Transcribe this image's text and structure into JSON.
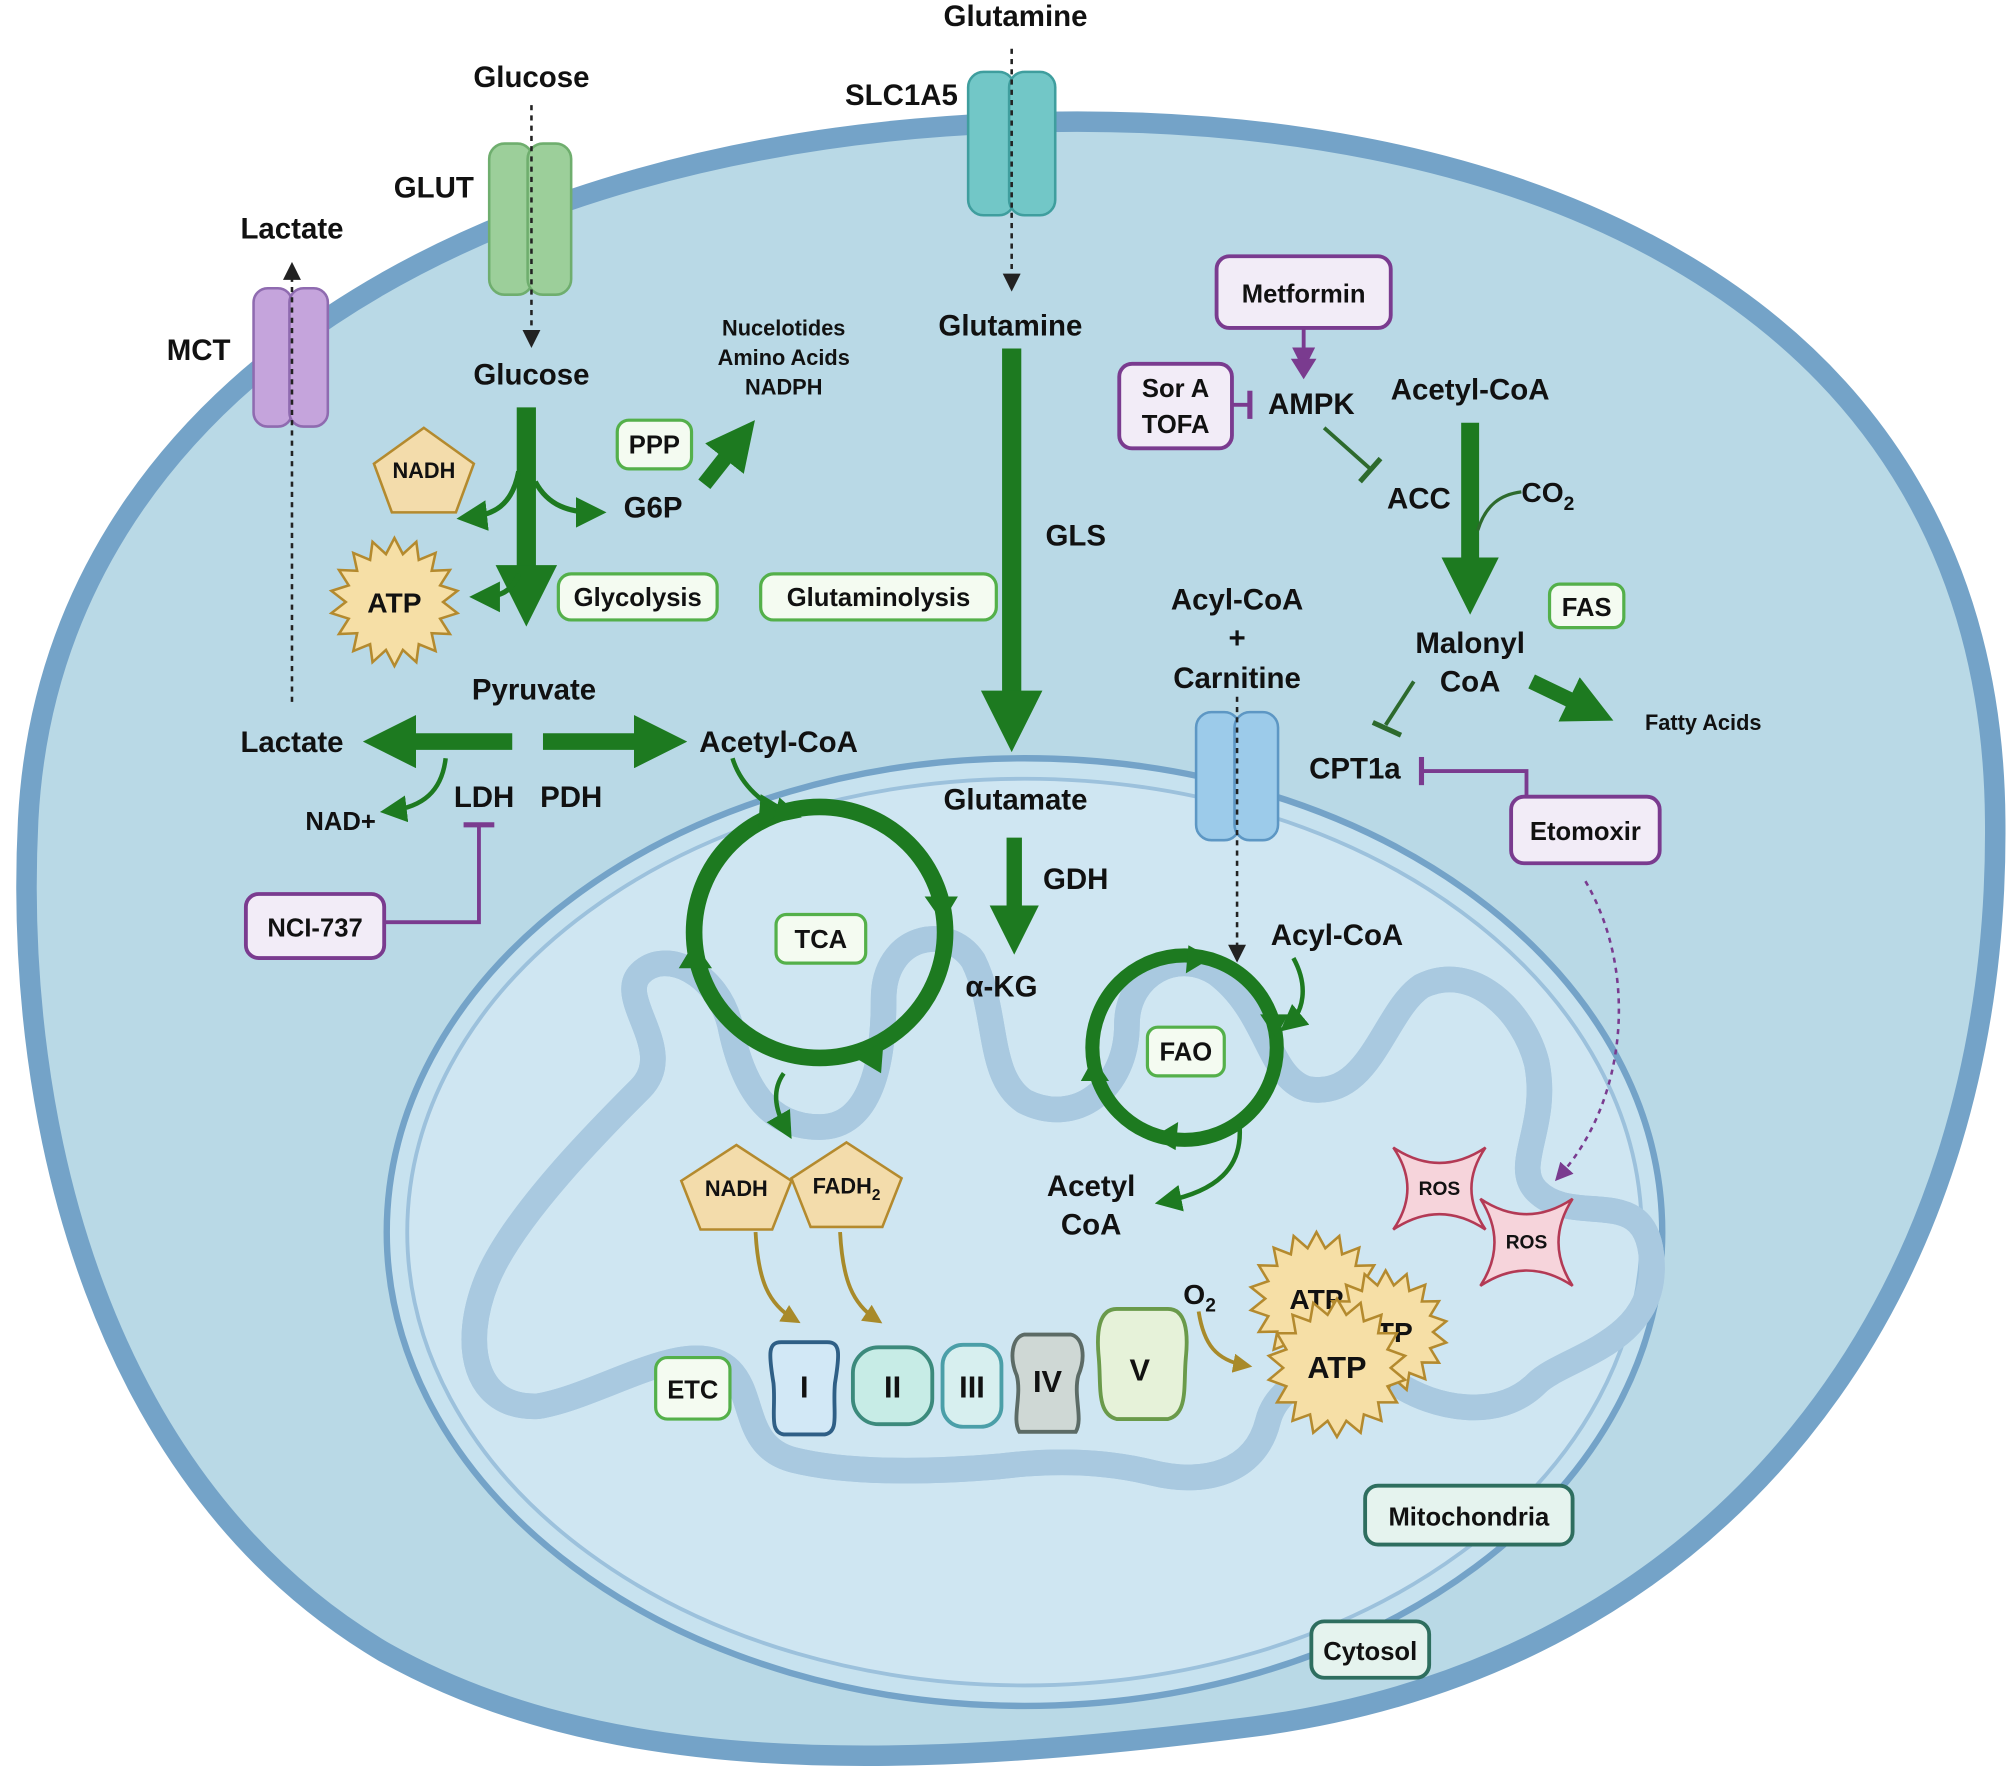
{
  "colors": {
    "cell_fill": "#b9d9e6",
    "cell_border": "#74a3c8",
    "mito_outer": "#c7e2ef",
    "mito_inner_membrane": "#a9c9e0",
    "matrix": "#dceef7",
    "pathway_green": "#1d7a20",
    "inhibitor_purple": "#7a3b8f",
    "inhibitor_box_fill": "#f2ecf7",
    "green_box_border": "#54b04a",
    "green_box_fill": "#f4fbf1",
    "teal_box_border": "#2e6e5f",
    "teal_box_fill": "#e5f3ee",
    "glut": "#9ccf9a",
    "slc1a5": "#72c7c7",
    "mct": "#c5a4dc",
    "cpt_channel": "#9ccbea",
    "atp_fill": "#f6dfa6",
    "atp_stroke": "#b48a2e",
    "nadh_fill": "#f3dcab",
    "ros_fill": "#f6d4db",
    "ros_stroke": "#b33a55",
    "etc_arrow": "#a88a2a"
  },
  "labels": {
    "glucose_out": "Glucose",
    "glut": "GLUT",
    "glucose_in": "Glucose",
    "lactate_out": "Lactate",
    "mct": "MCT",
    "nadh_cyto": "NADH",
    "atp_cyto": "ATP",
    "ppp": "PPP",
    "g6p": "G6P",
    "nucleotides_1": "Nucelotides",
    "nucleotides_2": "Amino Acids",
    "nucleotides_3": "NADPH",
    "glycolysis": "Glycolysis",
    "pyruvate": "Pyruvate",
    "lactate_in": "Lactate",
    "acetyl_coa_cyto": "Acetyl-CoA",
    "nad_plus": "NAD+",
    "ldh": "LDH",
    "pdh": "PDH",
    "nci737": "NCI-737",
    "glutamine_out": "Glutamine",
    "slc1a5": "SLC1A5",
    "glutamine_in": "Glutamine",
    "gls": "GLS",
    "glutaminolysis": "Glutaminolysis",
    "glutamate": "Glutamate",
    "gdh": "GDH",
    "akg": "α-KG",
    "tca": "TCA",
    "nadh_mito": "NADH",
    "fadh2": "FADH",
    "fadh2_sub": "2",
    "etc": "ETC",
    "complex_1": "I",
    "complex_2": "II",
    "complex_3": "III",
    "complex_4": "IV",
    "complex_5": "V",
    "o2": "O",
    "o2_sub": "2",
    "atp_1": "ATP",
    "atp_2": "ATP",
    "atp_3": "ATP",
    "metformin": "Metformin",
    "sora_1": "Sor A",
    "sora_2": "TOFA",
    "ampk": "AMPK",
    "acetyl_coa_fa": "Acetyl-CoA",
    "acc": "ACC",
    "co2": "CO",
    "co2_sub": "2",
    "acyl_coa_carn_1": "Acyl-CoA",
    "acyl_coa_carn_2": "+",
    "acyl_coa_carn_3": "Carnitine",
    "fas": "FAS",
    "malonyl_1": "Malonyl",
    "malonyl_2": "CoA",
    "fatty_acids": "Fatty Acids",
    "cpt1a": "CPT1a",
    "etomoxir": "Etomoxir",
    "acyl_coa_mito": "Acyl-CoA",
    "fao": "FAO",
    "acetyl_coa_mito_1": "Acetyl",
    "acetyl_coa_mito_2": "CoA",
    "ros_1": "ROS",
    "ros_2": "ROS",
    "mitochondria": "Mitochondria",
    "cytosol": "Cytosol"
  }
}
